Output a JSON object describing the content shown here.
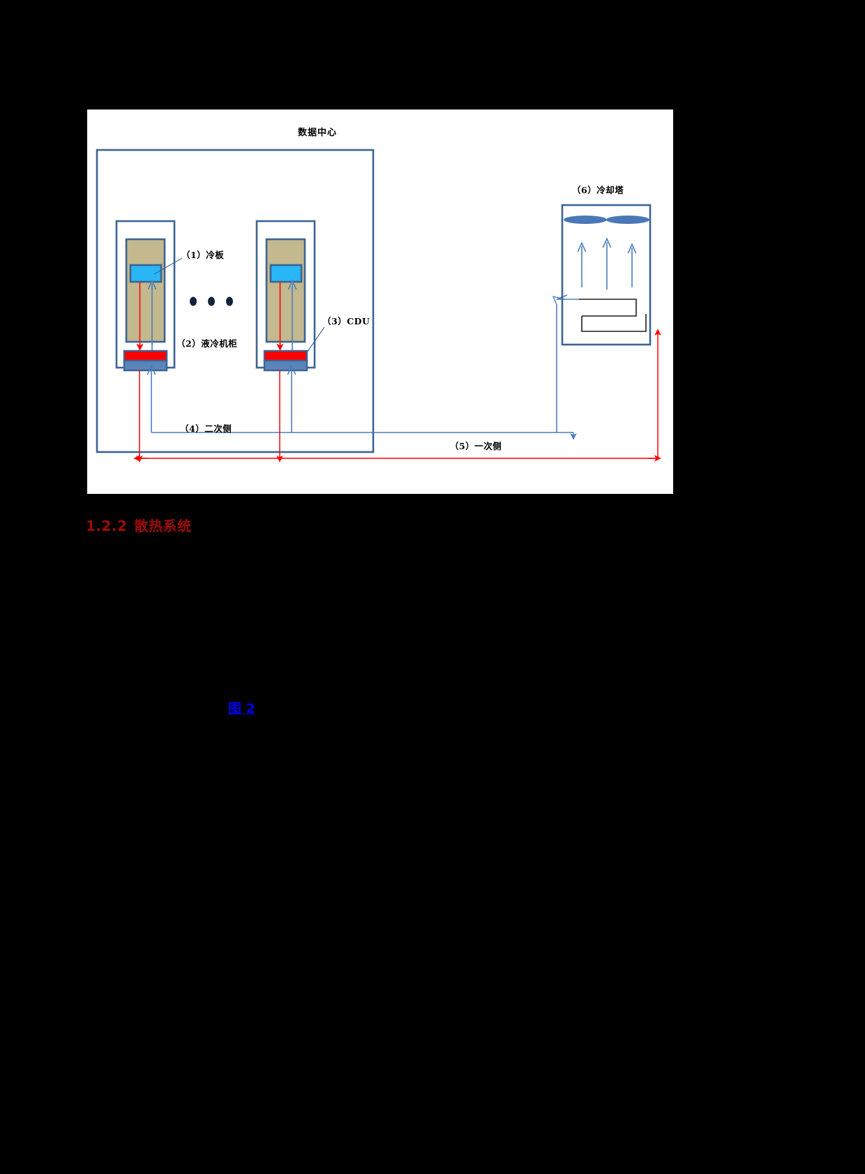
{
  "page": {
    "background_color": "#000000",
    "figure_background": "#ffffff"
  },
  "figure": {
    "title": "数据中心",
    "labels": {
      "cold_plate": "（1）冷板",
      "liquid_cooled_cabinet": "（2）液冷机柜",
      "cdu": "（3）CDU",
      "secondary_side": "（4）二次侧",
      "primary_side": "（5）一次侧",
      "cooling_tower": "（6）冷却塔"
    },
    "colors": {
      "frame_blue": "#3a6495",
      "server_tan": "#c3b88e",
      "cold_plate_cyan": "#29b6f6",
      "cdu_hot_red": "#ff0000",
      "cdu_cold_blue": "#5b84b8",
      "hot_pipe": "#ff0000",
      "cold_pipe": "#4a7ebb",
      "fan_blue": "#4a77b5"
    },
    "ellipsis_dots": 3,
    "cabinets": 2,
    "tower_updraft_arrows": 3
  },
  "heading": {
    "number": "1.2.2",
    "text": "散热系统",
    "color": "#9e0b0b"
  },
  "figure_reference": {
    "label": "图 2",
    "color": "#0000ee"
  }
}
